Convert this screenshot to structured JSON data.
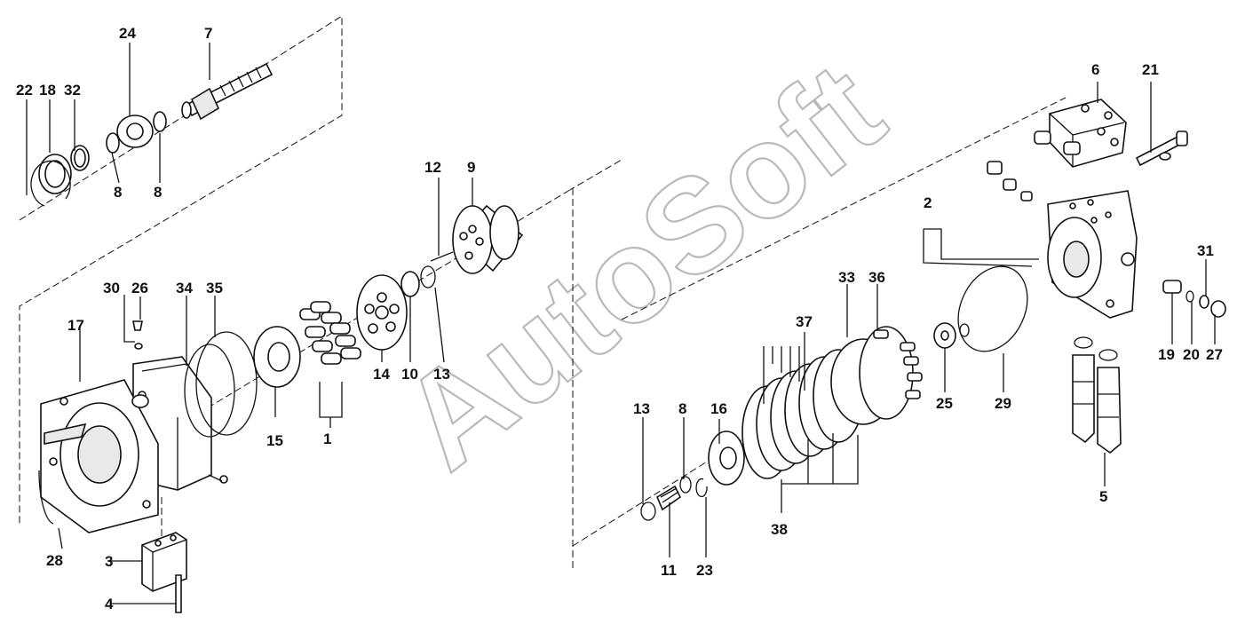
{
  "watermark": "AutoSoft",
  "callouts": [
    {
      "id": "c1",
      "label": "1"
    },
    {
      "id": "c2",
      "label": "2"
    },
    {
      "id": "c3",
      "label": "3"
    },
    {
      "id": "c4",
      "label": "4"
    },
    {
      "id": "c5",
      "label": "5"
    },
    {
      "id": "c6",
      "label": "6"
    },
    {
      "id": "c7",
      "label": "7"
    },
    {
      "id": "c8a",
      "label": "8"
    },
    {
      "id": "c8b",
      "label": "8"
    },
    {
      "id": "c8c",
      "label": "8"
    },
    {
      "id": "c9",
      "label": "9"
    },
    {
      "id": "c10",
      "label": "10"
    },
    {
      "id": "c11",
      "label": "11"
    },
    {
      "id": "c12",
      "label": "12"
    },
    {
      "id": "c13a",
      "label": "13"
    },
    {
      "id": "c13b",
      "label": "13"
    },
    {
      "id": "c14",
      "label": "14"
    },
    {
      "id": "c15",
      "label": "15"
    },
    {
      "id": "c16",
      "label": "16"
    },
    {
      "id": "c17",
      "label": "17"
    },
    {
      "id": "c18",
      "label": "18"
    },
    {
      "id": "c19",
      "label": "19"
    },
    {
      "id": "c20",
      "label": "20"
    },
    {
      "id": "c21",
      "label": "21"
    },
    {
      "id": "c22",
      "label": "22"
    },
    {
      "id": "c23",
      "label": "23"
    },
    {
      "id": "c24",
      "label": "24"
    },
    {
      "id": "c25",
      "label": "25"
    },
    {
      "id": "c26",
      "label": "26"
    },
    {
      "id": "c27",
      "label": "27"
    },
    {
      "id": "c28",
      "label": "28"
    },
    {
      "id": "c29",
      "label": "29"
    },
    {
      "id": "c30",
      "label": "30"
    },
    {
      "id": "c31",
      "label": "31"
    },
    {
      "id": "c32",
      "label": "32"
    },
    {
      "id": "c33",
      "label": "33"
    },
    {
      "id": "c34",
      "label": "34"
    },
    {
      "id": "c35",
      "label": "35"
    },
    {
      "id": "c36",
      "label": "36"
    },
    {
      "id": "c37",
      "label": "37"
    },
    {
      "id": "c38",
      "label": "38"
    }
  ]
}
